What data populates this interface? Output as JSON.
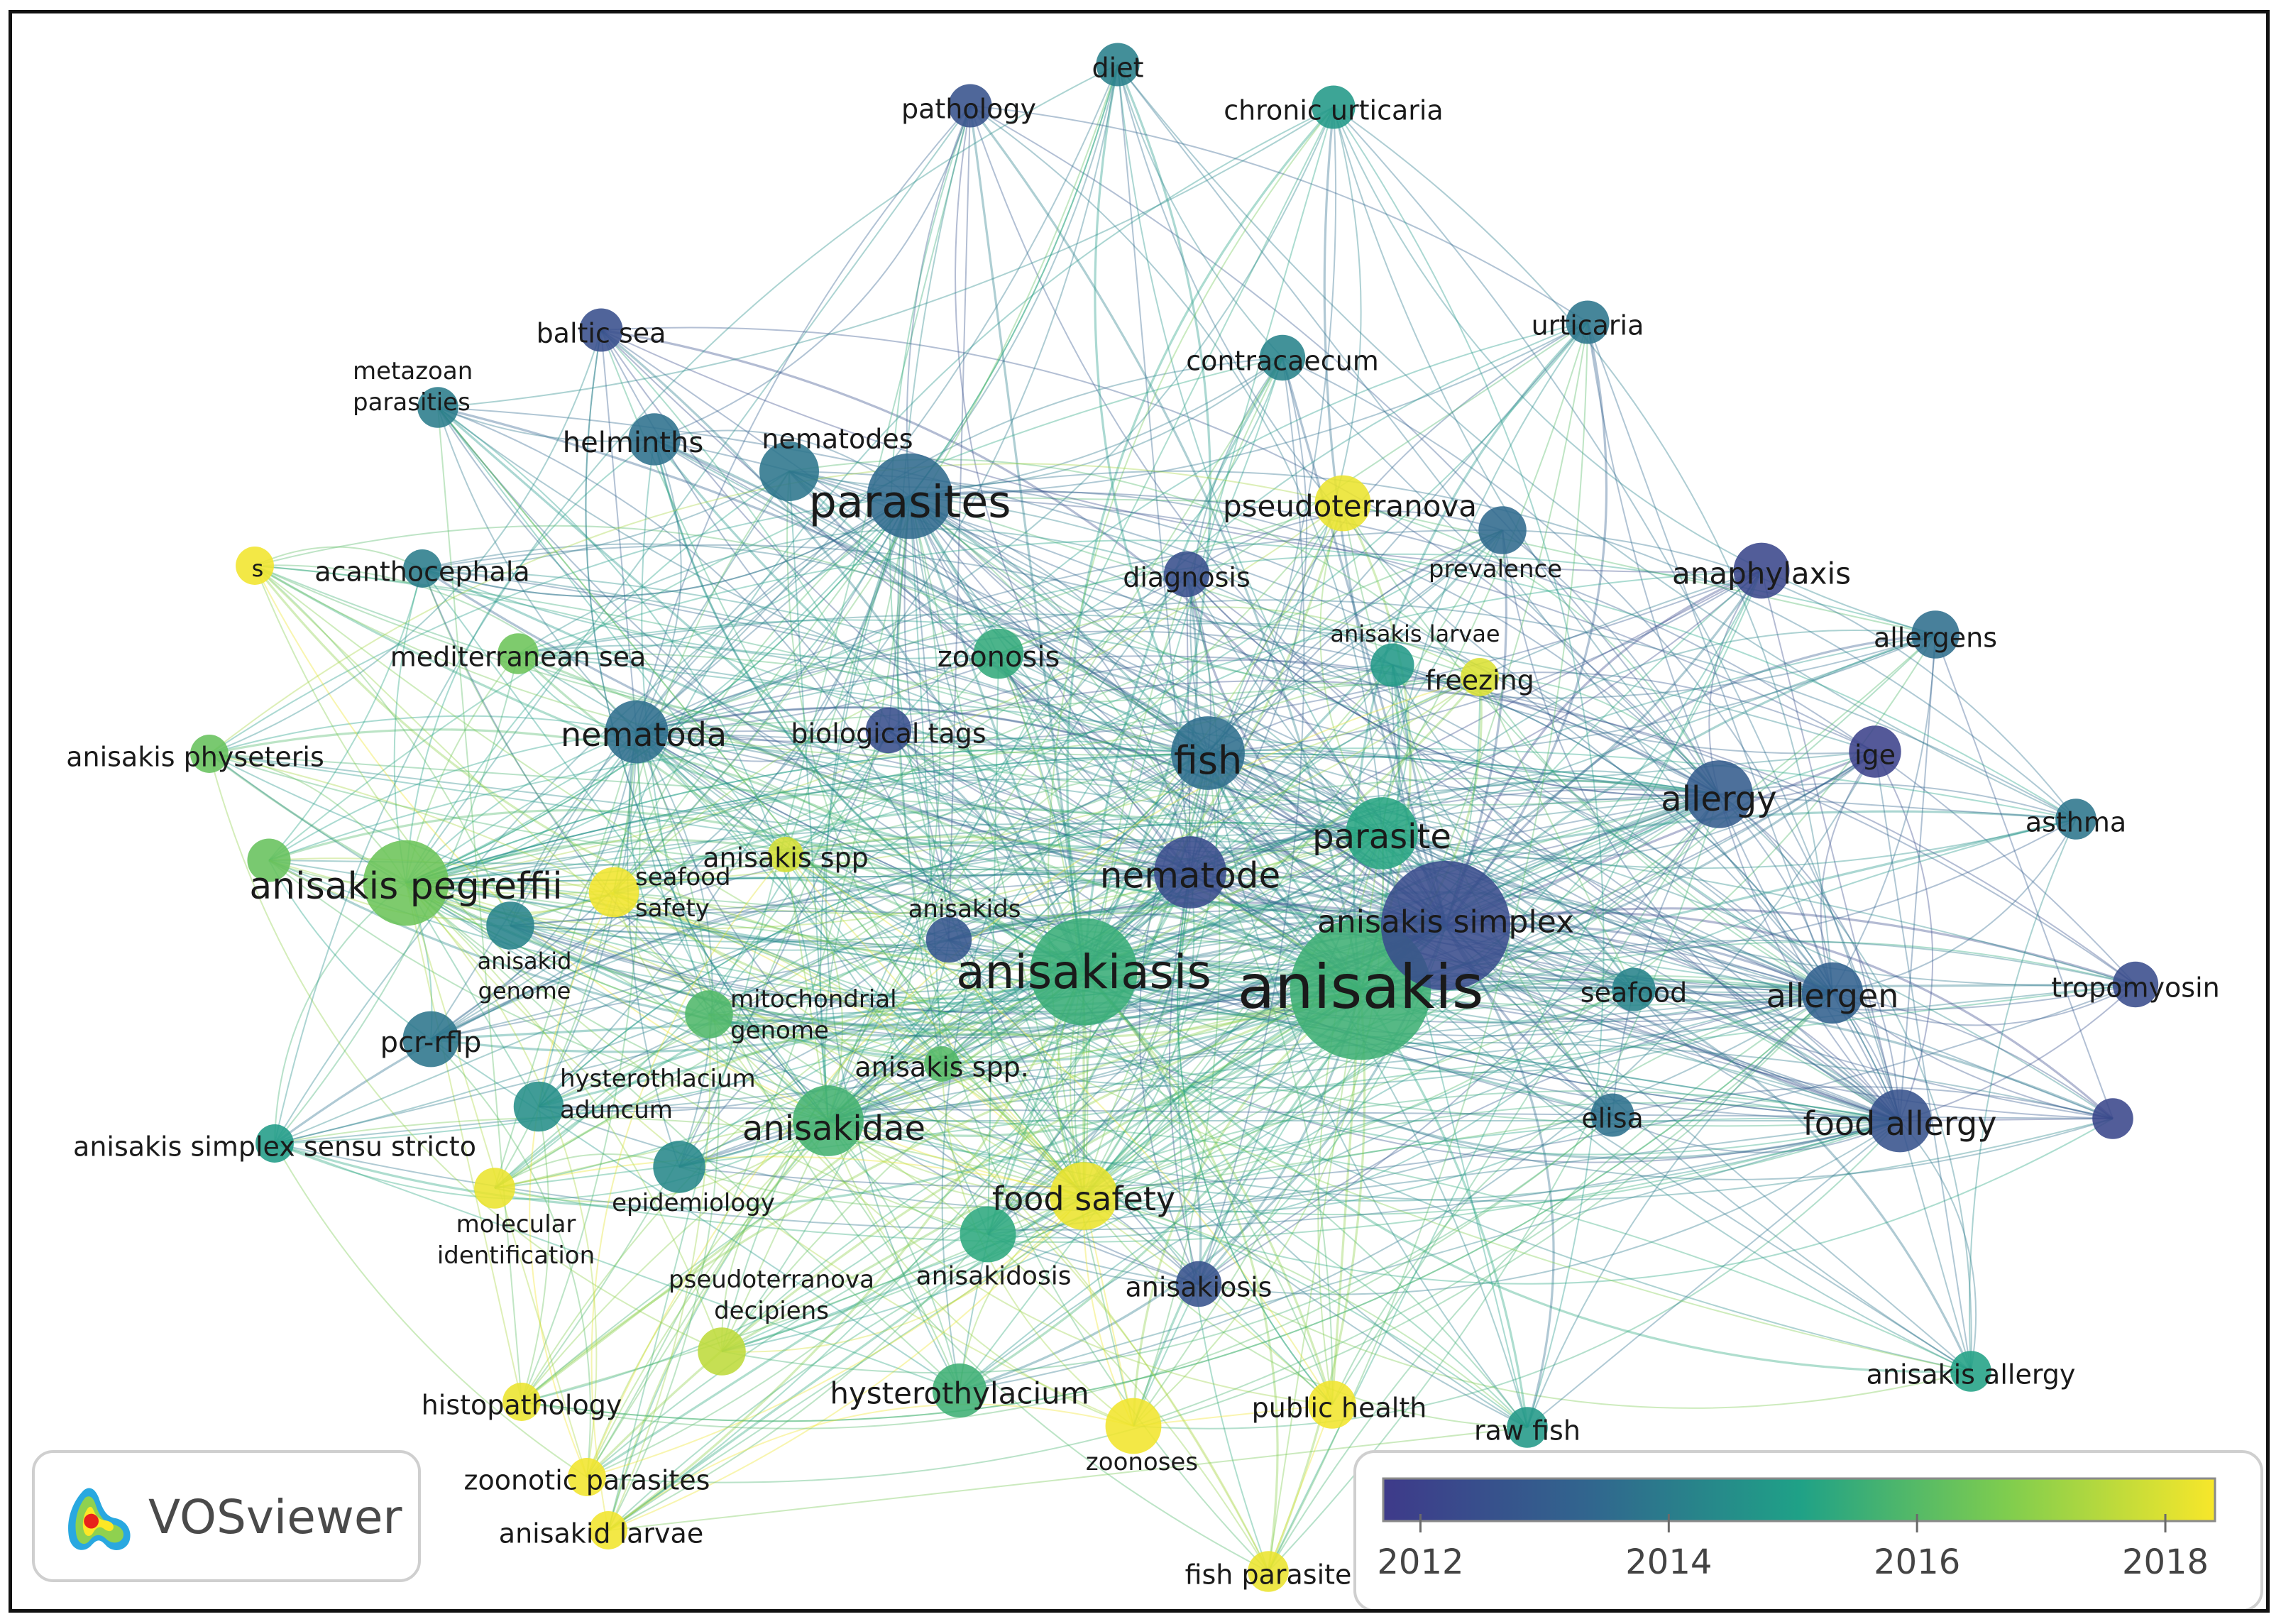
{
  "app_name": "VOSviewer",
  "colors": {
    "scale": [
      "#440154",
      "#3b528b",
      "#21918c",
      "#5ec962",
      "#fde725"
    ],
    "label": "#1a1a1a"
  },
  "icons": {
    "logo": "vosviewer-logo-icon"
  },
  "color_scale": {
    "min": 2011.7,
    "max": 2018.4,
    "ticks": [
      "2012",
      "2014",
      "2016",
      "2018"
    ]
  },
  "network": {
    "nodes": [
      {
        "id": "anisakis",
        "label": "anisakis",
        "year": 2015.6,
        "weight": 190
      },
      {
        "id": "anisakis_simplex",
        "label": "anisakis simplex",
        "year": 2012.4,
        "weight": 160
      },
      {
        "id": "anisakiasis",
        "label": "anisakiasis",
        "year": 2015.5,
        "weight": 110
      },
      {
        "id": "parasites",
        "label": "parasites",
        "year": 2013.5,
        "weight": 70
      },
      {
        "id": "anisakis_pegreffii",
        "label": "anisakis pegreffii",
        "year": 2016.4,
        "weight": 70
      },
      {
        "id": "fish",
        "label": "fish",
        "year": 2013.6,
        "weight": 52
      },
      {
        "id": "nematode",
        "label": "nematode",
        "year": 2012.4,
        "weight": 50
      },
      {
        "id": "parasite",
        "label": "parasite",
        "year": 2015.2,
        "weight": 50
      },
      {
        "id": "anisakidae",
        "label": "anisakidae",
        "year": 2015.7,
        "weight": 48
      },
      {
        "id": "allergy",
        "label": "allergy",
        "year": 2013.0,
        "weight": 44
      },
      {
        "id": "food_safety",
        "label": "food safety",
        "year": 2018.2,
        "weight": 44
      },
      {
        "id": "nematoda",
        "label": "nematoda",
        "year": 2013.6,
        "weight": 38
      },
      {
        "id": "food_allergy",
        "label": "food allergy",
        "year": 2012.6,
        "weight": 38
      },
      {
        "id": "allergen",
        "label": "allergen",
        "year": 2013.2,
        "weight": 36
      },
      {
        "id": "nematodes",
        "label": "nematodes",
        "year": 2013.8,
        "weight": 34
      },
      {
        "id": "pcr_rflp",
        "label": "pcr-rflp",
        "year": 2013.8,
        "weight": 30
      },
      {
        "id": "anisakidosis",
        "label": "anisakidosis",
        "year": 2015.3,
        "weight": 30
      },
      {
        "id": "zoonoses",
        "label": "zoonoses",
        "year": 2018.3,
        "weight": 30
      },
      {
        "id": "pseudoterranova",
        "label": "pseudoterranova",
        "year": 2018.2,
        "weight": 30
      },
      {
        "id": "anaphylaxis",
        "label": "anaphylaxis",
        "year": 2012.2,
        "weight": 30
      },
      {
        "id": "hysterothylacium",
        "label": "hysterothylacium",
        "year": 2015.6,
        "weight": 28
      },
      {
        "id": "helminths",
        "label": "helminths",
        "year": 2013.7,
        "weight": 26
      },
      {
        "id": "epidemiology",
        "label": "epidemiology",
        "year": 2014.3,
        "weight": 26
      },
      {
        "id": "ige",
        "label": "ige",
        "year": 2012.0,
        "weight": 26
      },
      {
        "id": "hysterothlacium_aduncum",
        "label": "hysterothlacium aduncum",
        "year": 2014.5,
        "weight": 24
      },
      {
        "id": "zoonosis",
        "label": "zoonosis",
        "year": 2015.4,
        "weight": 24
      },
      {
        "id": "seafood_safety",
        "label": "seafood safety",
        "year": 2018.3,
        "weight": 24
      },
      {
        "id": "anisakid_genome",
        "label": "anisakid genome",
        "year": 2014.2,
        "weight": 22
      },
      {
        "id": "mitochondrial_genome",
        "label": "mitochondrial genome",
        "year": 2015.9,
        "weight": 22
      },
      {
        "id": "pseudoterranova_decipiens",
        "label": "pseudoterranova decipiens",
        "year": 2017.6,
        "weight": 22
      },
      {
        "id": "public_health",
        "label": "public health",
        "year": 2018.3,
        "weight": 22
      },
      {
        "id": "prevalence",
        "label": "prevalence",
        "year": 2013.5,
        "weight": 22
      },
      {
        "id": "anisakids",
        "label": "anisakids",
        "year": 2012.8,
        "weight": 20
      },
      {
        "id": "biological_tags",
        "label": "biological tags",
        "year": 2012.5,
        "weight": 20
      },
      {
        "id": "diagnosis",
        "label": "diagnosis",
        "year": 2012.5,
        "weight": 20
      },
      {
        "id": "allergens",
        "label": "allergens",
        "year": 2013.6,
        "weight": 22
      },
      {
        "id": "anisakiosis",
        "label": "anisakiosis",
        "year": 2012.6,
        "weight": 20
      },
      {
        "id": "contracaecum",
        "label": "contracaecum",
        "year": 2014.2,
        "weight": 20
      },
      {
        "id": "anisakis_larvae",
        "label": "anisakis larvae",
        "year": 2014.8,
        "weight": 18
      },
      {
        "id": "pathology",
        "label": "pathology",
        "year": 2012.6,
        "weight": 18
      },
      {
        "id": "baltic_sea",
        "label": "baltic sea",
        "year": 2012.5,
        "weight": 18
      },
      {
        "id": "urticaria",
        "label": "urticaria",
        "year": 2013.8,
        "weight": 18
      },
      {
        "id": "diet",
        "label": "diet",
        "year": 2014.1,
        "weight": 18
      },
      {
        "id": "chronic_urticaria",
        "label": "chronic urticaria",
        "year": 2014.8,
        "weight": 18
      },
      {
        "id": "tropomyosin",
        "label": "tropomyosin",
        "year": 2012.4,
        "weight": 20
      },
      {
        "id": "asthma",
        "label": "asthma",
        "year": 2013.8,
        "weight": 16
      },
      {
        "id": "elisa",
        "label": "elisa",
        "year": 2013.7,
        "weight": 18
      },
      {
        "id": "seafood",
        "label": "seafood",
        "year": 2014.2,
        "weight": 18
      },
      {
        "id": "freezing",
        "label": "freezing",
        "year": 2018.0,
        "weight": 14
      },
      {
        "id": "anisakis_allergy",
        "label": "anisakis allergy",
        "year": 2015.1,
        "weight": 16
      },
      {
        "id": "raw_fish",
        "label": "raw fish",
        "year": 2014.8,
        "weight": 16
      },
      {
        "id": "fish_parasite",
        "label": "fish parasite",
        "year": 2018.2,
        "weight": 16
      },
      {
        "id": "anisakid_larvae",
        "label": "anisakid larvae",
        "year": 2018.3,
        "weight": 14
      },
      {
        "id": "zoonotic_parasites",
        "label": "zoonotic parasites",
        "year": 2018.3,
        "weight": 14
      },
      {
        "id": "histopathology",
        "label": "histopathology",
        "year": 2018.2,
        "weight": 14
      },
      {
        "id": "molecular_identification",
        "label": "molecular identification",
        "year": 2018.2,
        "weight": 16
      },
      {
        "id": "anisakis_simplex_ss",
        "label": "anisakis simplex sensu stricto",
        "year": 2014.9,
        "weight": 14
      },
      {
        "id": "anisakis_physeteris",
        "label": "anisakis physeteris",
        "year": 2016.3,
        "weight": 14
      },
      {
        "id": "s",
        "label": "s",
        "year": 2018.3,
        "weight": 14
      },
      {
        "id": "acanthocephala",
        "label": "acanthocephala",
        "year": 2014.0,
        "weight": 14
      },
      {
        "id": "mediterranean_sea",
        "label": "mediterranean sea",
        "year": 2016.4,
        "weight": 16
      },
      {
        "id": "metazoan_parasities",
        "label": "metazoan parasities",
        "year": 2014.0,
        "weight": 16
      },
      {
        "id": "anisakis_spp",
        "label": "anisakis spp",
        "year": 2017.9,
        "weight": 12
      },
      {
        "id": "anisakis_spp2",
        "label": "anisakis spp.",
        "year": 2016.0,
        "weight": 12
      },
      {
        "id": "green_left",
        "label": "",
        "year": 2016.3,
        "weight": 18
      },
      {
        "id": "purple_right",
        "label": "",
        "year": 2012.2,
        "weight": 16
      }
    ]
  }
}
